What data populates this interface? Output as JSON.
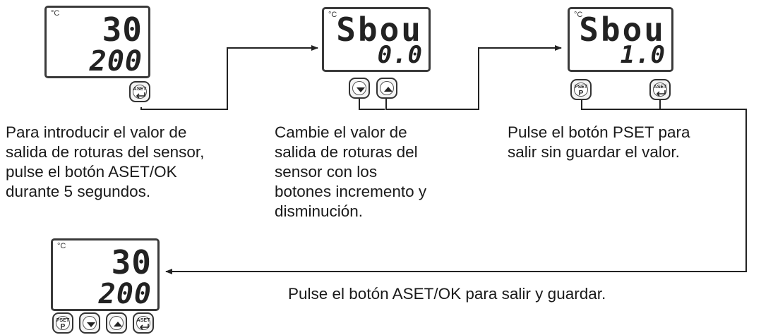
{
  "displays": {
    "d1": {
      "unit": "°C",
      "line1": "30",
      "line2": "200"
    },
    "d2": {
      "unit": "°C",
      "line1": "Sbou",
      "line2": "0.0"
    },
    "d3": {
      "unit": "°C",
      "line1": "Sbou",
      "line2": "1.0"
    },
    "d4": {
      "unit": "°C",
      "line1": "30",
      "line2": "200"
    }
  },
  "buttons": {
    "aset_label": "ASET",
    "pset_label": "PSET",
    "pset_letter": "P"
  },
  "captions": {
    "step1": "Para introducir el valor de\nsalida de roturas del sensor,\npulse el botón ASET/OK\ndurante 5 segundos.",
    "step2": "Cambie el valor de\nsalida de roturas del\nsensor con los\nbotones incremento y\ndisminución.",
    "step3": "Pulse el botón PSET para\nsalir sin guardar el valor.",
    "step4": "Pulse el botón ASET/OK para salir y guardar."
  }
}
